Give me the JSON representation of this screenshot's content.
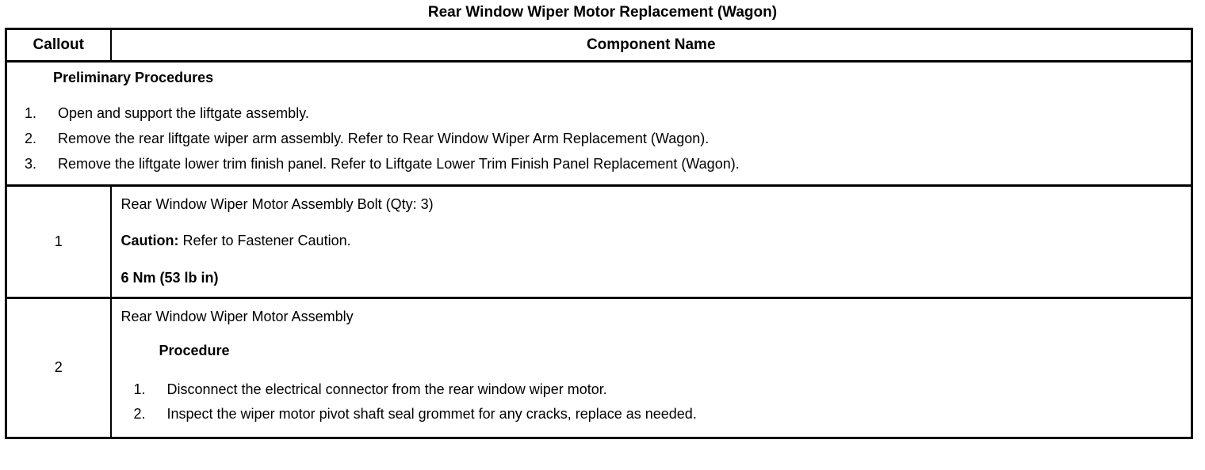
{
  "document": {
    "title": "Rear Window Wiper Motor Replacement (Wagon)"
  },
  "table": {
    "headers": {
      "callout": "Callout",
      "component_name": "Component Name"
    },
    "preliminary": {
      "heading": "Preliminary Procedures",
      "steps": [
        {
          "num": "1.",
          "text": "Open and support the liftgate assembly."
        },
        {
          "num": "2.",
          "text": "Remove the rear liftgate wiper arm assembly. Refer to Rear Window Wiper Arm Replacement (Wagon)."
        },
        {
          "num": "3.",
          "text": "Remove the liftgate lower trim finish panel. Refer to Liftgate Lower Trim Finish Panel Replacement (Wagon)."
        }
      ]
    },
    "rows": [
      {
        "callout": "1",
        "component": "Rear Window Wiper Motor Assembly Bolt (Qty: 3)",
        "caution_label": "Caution:",
        "caution_text": " Refer to Fastener Caution.",
        "torque": "6 Nm (53 lb in)"
      },
      {
        "callout": "2",
        "component": "Rear Window Wiper Motor Assembly",
        "procedure_heading": "Procedure",
        "procedure_steps": [
          {
            "num": "1.",
            "text": "Disconnect the electrical connector from the rear window wiper motor."
          },
          {
            "num": "2.",
            "text": "Inspect the wiper motor pivot shaft seal grommet for any cracks, replace as needed."
          }
        ]
      }
    ]
  }
}
